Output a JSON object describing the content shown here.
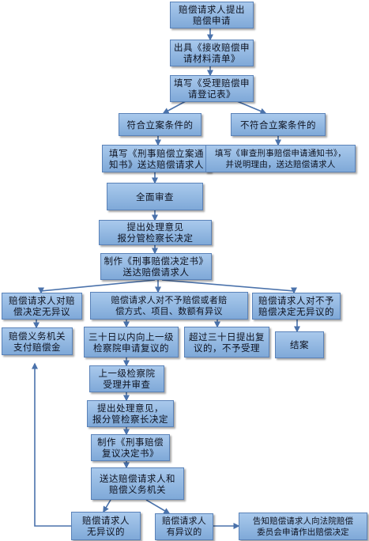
{
  "flowchart": {
    "nodes": [
      {
        "id": "n1",
        "label": "赔偿请求人提出\n赔偿申请"
      },
      {
        "id": "n2",
        "label": "出具《接收赔偿申\n请材料清单》"
      },
      {
        "id": "n3",
        "label": "填写《受理赔偿申\n请登记表》"
      },
      {
        "id": "n4",
        "label": "符合立案条件的"
      },
      {
        "id": "n5",
        "label": "不符合立案条件的"
      },
      {
        "id": "n6",
        "label": "填写《刑事赔偿立案通\n知书》送达赔偿请求人"
      },
      {
        "id": "n7",
        "label": "填写《审查刑事赔偿申请通知书》，\n并说明理由，送达赔偿请求人"
      },
      {
        "id": "n8",
        "label": "全面审查"
      },
      {
        "id": "n9",
        "label": "提出处理意见\n报分管检察长决定"
      },
      {
        "id": "n10",
        "label": "制作《刑事赔偿决定书》\n送达赔偿请求人"
      },
      {
        "id": "n11",
        "label": "赔偿请求人对赔\n偿决定无异议"
      },
      {
        "id": "n12",
        "label": "赔偿请求人对不予赔偿或者赔\n偿方式、项目、数额有异议"
      },
      {
        "id": "n13",
        "label": "赔偿请求人对不予\n赔偿决定无异议的"
      },
      {
        "id": "n14",
        "label": "赔偿义务机关\n支付赔偿金"
      },
      {
        "id": "n15",
        "label": "三十日以内向上一级\n检察院申请复议的"
      },
      {
        "id": "n16",
        "label": "超过三十日提出复\n议的，不予受理"
      },
      {
        "id": "n17",
        "label": "结案"
      },
      {
        "id": "n18",
        "label": "上一级检察院\n受理并审查"
      },
      {
        "id": "n19",
        "label": "提出处理意见，\n报分管检察长决定"
      },
      {
        "id": "n20",
        "label": "制作《刑事赔偿\n复议决定书》"
      },
      {
        "id": "n21",
        "label": "送达赔偿请求人和\n赔偿义务机关"
      },
      {
        "id": "n22",
        "label": "赔偿请求人\n无异议的"
      },
      {
        "id": "n23",
        "label": "赔偿请求人\n有异议的"
      },
      {
        "id": "n24",
        "label": "告知赔偿请求人向法院赔偿\n委员会申请作出赔偿决定"
      }
    ]
  }
}
